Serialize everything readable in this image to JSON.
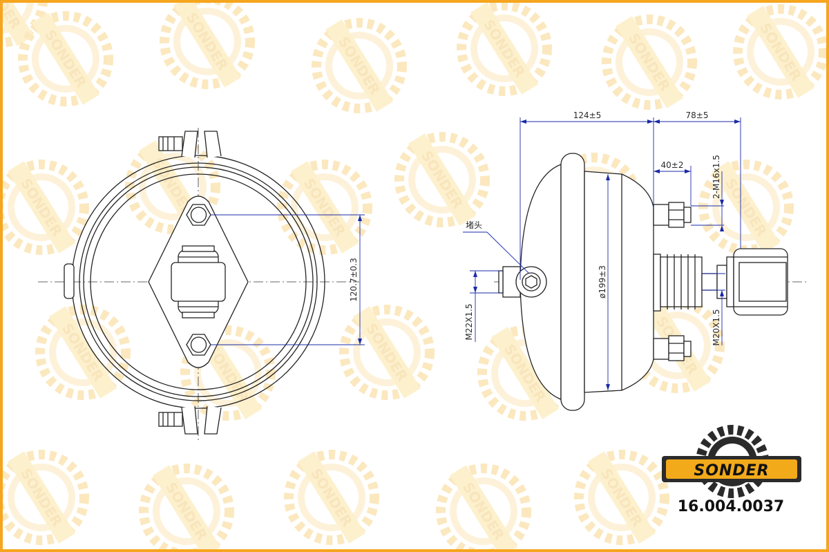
{
  "drawing": {
    "dim_124": "124±5",
    "dim_78": "78±5",
    "dim_40": "40±2",
    "dim_m16": "2-M16x1.5",
    "dim_diameter": "ø199±3",
    "dim_1207": "120.7±0.3",
    "dim_m22": "M22X1.5",
    "dim_m20": "M20X1.5",
    "callout_label": "堵头"
  },
  "brand": {
    "name": "SONDER",
    "watermark": "SONDER",
    "part_number": "16.004.0037"
  },
  "colors": {
    "frame": "#f5a51e",
    "logo_gold": "#f2a91a",
    "logo_dark": "#2b2b2b",
    "watermark": "#f7d58a",
    "dimension": "#1a2aa8"
  }
}
